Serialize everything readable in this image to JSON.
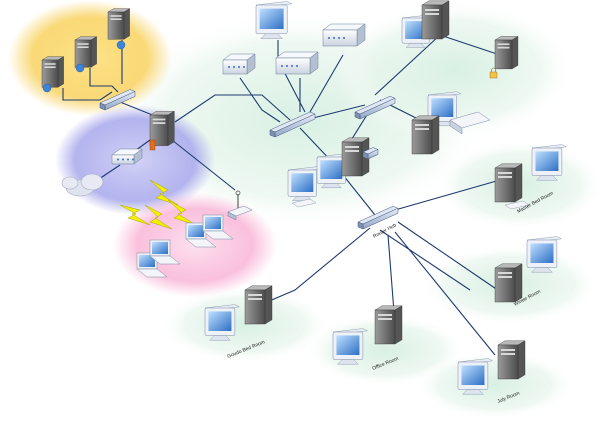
{
  "labels": {
    "hub": "Router Hub",
    "master_bed_room": "Master Bed Room",
    "winter_room": "Winter Room",
    "goudo_bed_room": "Goudo Bed Room",
    "office_room": "Office Room",
    "july_room": "July Room"
  },
  "colors": {
    "cable": "#1f3a6e",
    "zone_server": "#f5c842",
    "zone_router": "#8f8fe0",
    "zone_wireless": "#f27fb8",
    "zone_room": "#c9ead9",
    "monitor_screen": "#3e7fd0",
    "tower": "#6f6f6f",
    "lightning": "#f4f000"
  },
  "icons": [
    "server-tower-icon",
    "monitor-icon",
    "network-switch-icon",
    "router-icon",
    "printer-icon",
    "cloud-icon",
    "wireless-access-point-icon",
    "laptop-icon",
    "scanner-icon",
    "lightning-icon",
    "globe-icon",
    "lock-icon"
  ]
}
